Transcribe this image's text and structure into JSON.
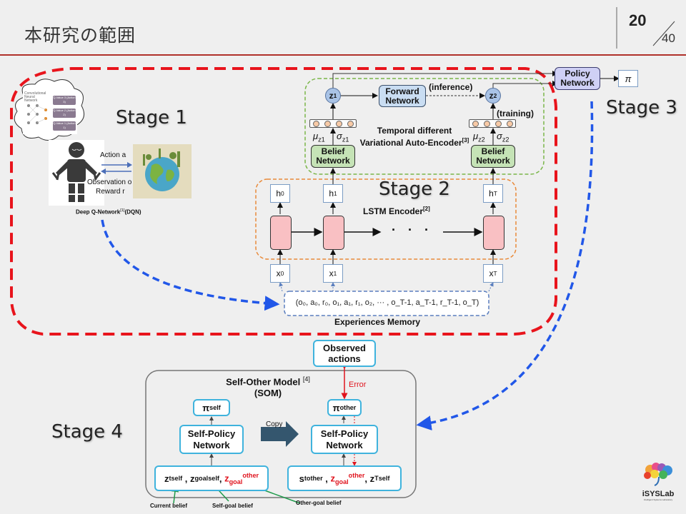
{
  "header": {
    "title": "本研究の範囲",
    "page_current": "20",
    "page_total": "40"
  },
  "stages": {
    "stage1": "Stage 1",
    "stage2": "Stage 2",
    "stage3": "Stage 3",
    "stage4": "Stage 4"
  },
  "stage1": {
    "action_label": "Action a",
    "observation_label": "Observation o",
    "reward_label": "Reward r",
    "dqn_label": "Deep Q-Network",
    "dqn_ref": "[1]",
    "dqn_suffix": "(DQN)",
    "cloud_title": "Convolutional Neural Network",
    "q_values": [
      "Q-Value 3 (Action 3)",
      "Q-Value 2 (Action 2)",
      "Q-Value 1 (Action 1)"
    ]
  },
  "tdvae": {
    "z1": "z",
    "z1_sub": "1",
    "z2": "z",
    "z2_sub": "2",
    "forward_network": "Forward Network",
    "inference": "(inference)",
    "training": "(training)",
    "title_line1": "Temporal different",
    "title_line2": "Variational Auto-Encoder",
    "title_ref": "[3]",
    "mu1": "μ",
    "mu1_sub": "z1",
    "sigma1": "σ",
    "sigma1_sub": "z1",
    "mu2": "μ",
    "mu2_sub": "z2",
    "sigma2": "σ",
    "sigma2_sub": "z2",
    "belief_network": "Belief Network"
  },
  "stage3": {
    "policy_network": "Policy Network",
    "pi": "π"
  },
  "lstm": {
    "title": "LSTM Encoder",
    "title_ref": "[2]",
    "dots": "· · ·",
    "hidden": [
      {
        "b": "h",
        "s": "0"
      },
      {
        "b": "h",
        "s": "1"
      },
      {
        "b": "h",
        "s": "T"
      }
    ],
    "inputs": [
      {
        "b": "x",
        "s": "0"
      },
      {
        "b": "x",
        "s": "1"
      },
      {
        "b": "x",
        "s": "T"
      }
    ]
  },
  "memory": {
    "sequence": "(o₀, a₀, r₀, o₁, a₁, r₁, o₂, ··· , o_T-1, a_T-1, r_T-1, o_T)",
    "label": "Experiences Memory"
  },
  "som": {
    "observed_actions": "Observed actions",
    "error_label": "Error",
    "title": "Self-Other Model",
    "title_ref": "[4]",
    "title_abbr": "(SOM)",
    "pi_self": "π",
    "pi_self_sub": "self",
    "pi_other": "π",
    "pi_other_sub": "other",
    "copy_label": "Copy",
    "self_policy_left": "Self-Policy Network",
    "self_policy_right": "Self-Policy Network",
    "left_input": {
      "t1": "z",
      "t1_sub": "t",
      "t1_sup": "self",
      "t2": "z",
      "t2_sub": "goal",
      "t2_sup": "self",
      "t3": "z",
      "t3_sub": "goal",
      "t3_sup": "other"
    },
    "right_input": {
      "t1": "s",
      "t1_sub": "t",
      "t1_sup": "other",
      "t2": "z",
      "t2_sub": "goal",
      "t2_sup": "other",
      "t3": "z",
      "t3_sub": "T",
      "t3_sup": "self"
    },
    "annotations": {
      "current_belief": "Current belief",
      "self_goal_belief": "Self-goal belief",
      "other_goal_belief": "Other-goal belief"
    }
  },
  "logo": {
    "name": "iSYSLab",
    "subtitle": "Intelligent Systems Laboratory"
  },
  "colors": {
    "stage_boundary": "#e8141c",
    "flow_arrow": "#2157e8",
    "tdvae_border": "#7ab648",
    "lstm_border": "#e98a3a",
    "memory_border": "#5b7fbf",
    "som_border": "#3fb3dd",
    "error": "#e0141e",
    "header_rule": "#b0302a"
  }
}
